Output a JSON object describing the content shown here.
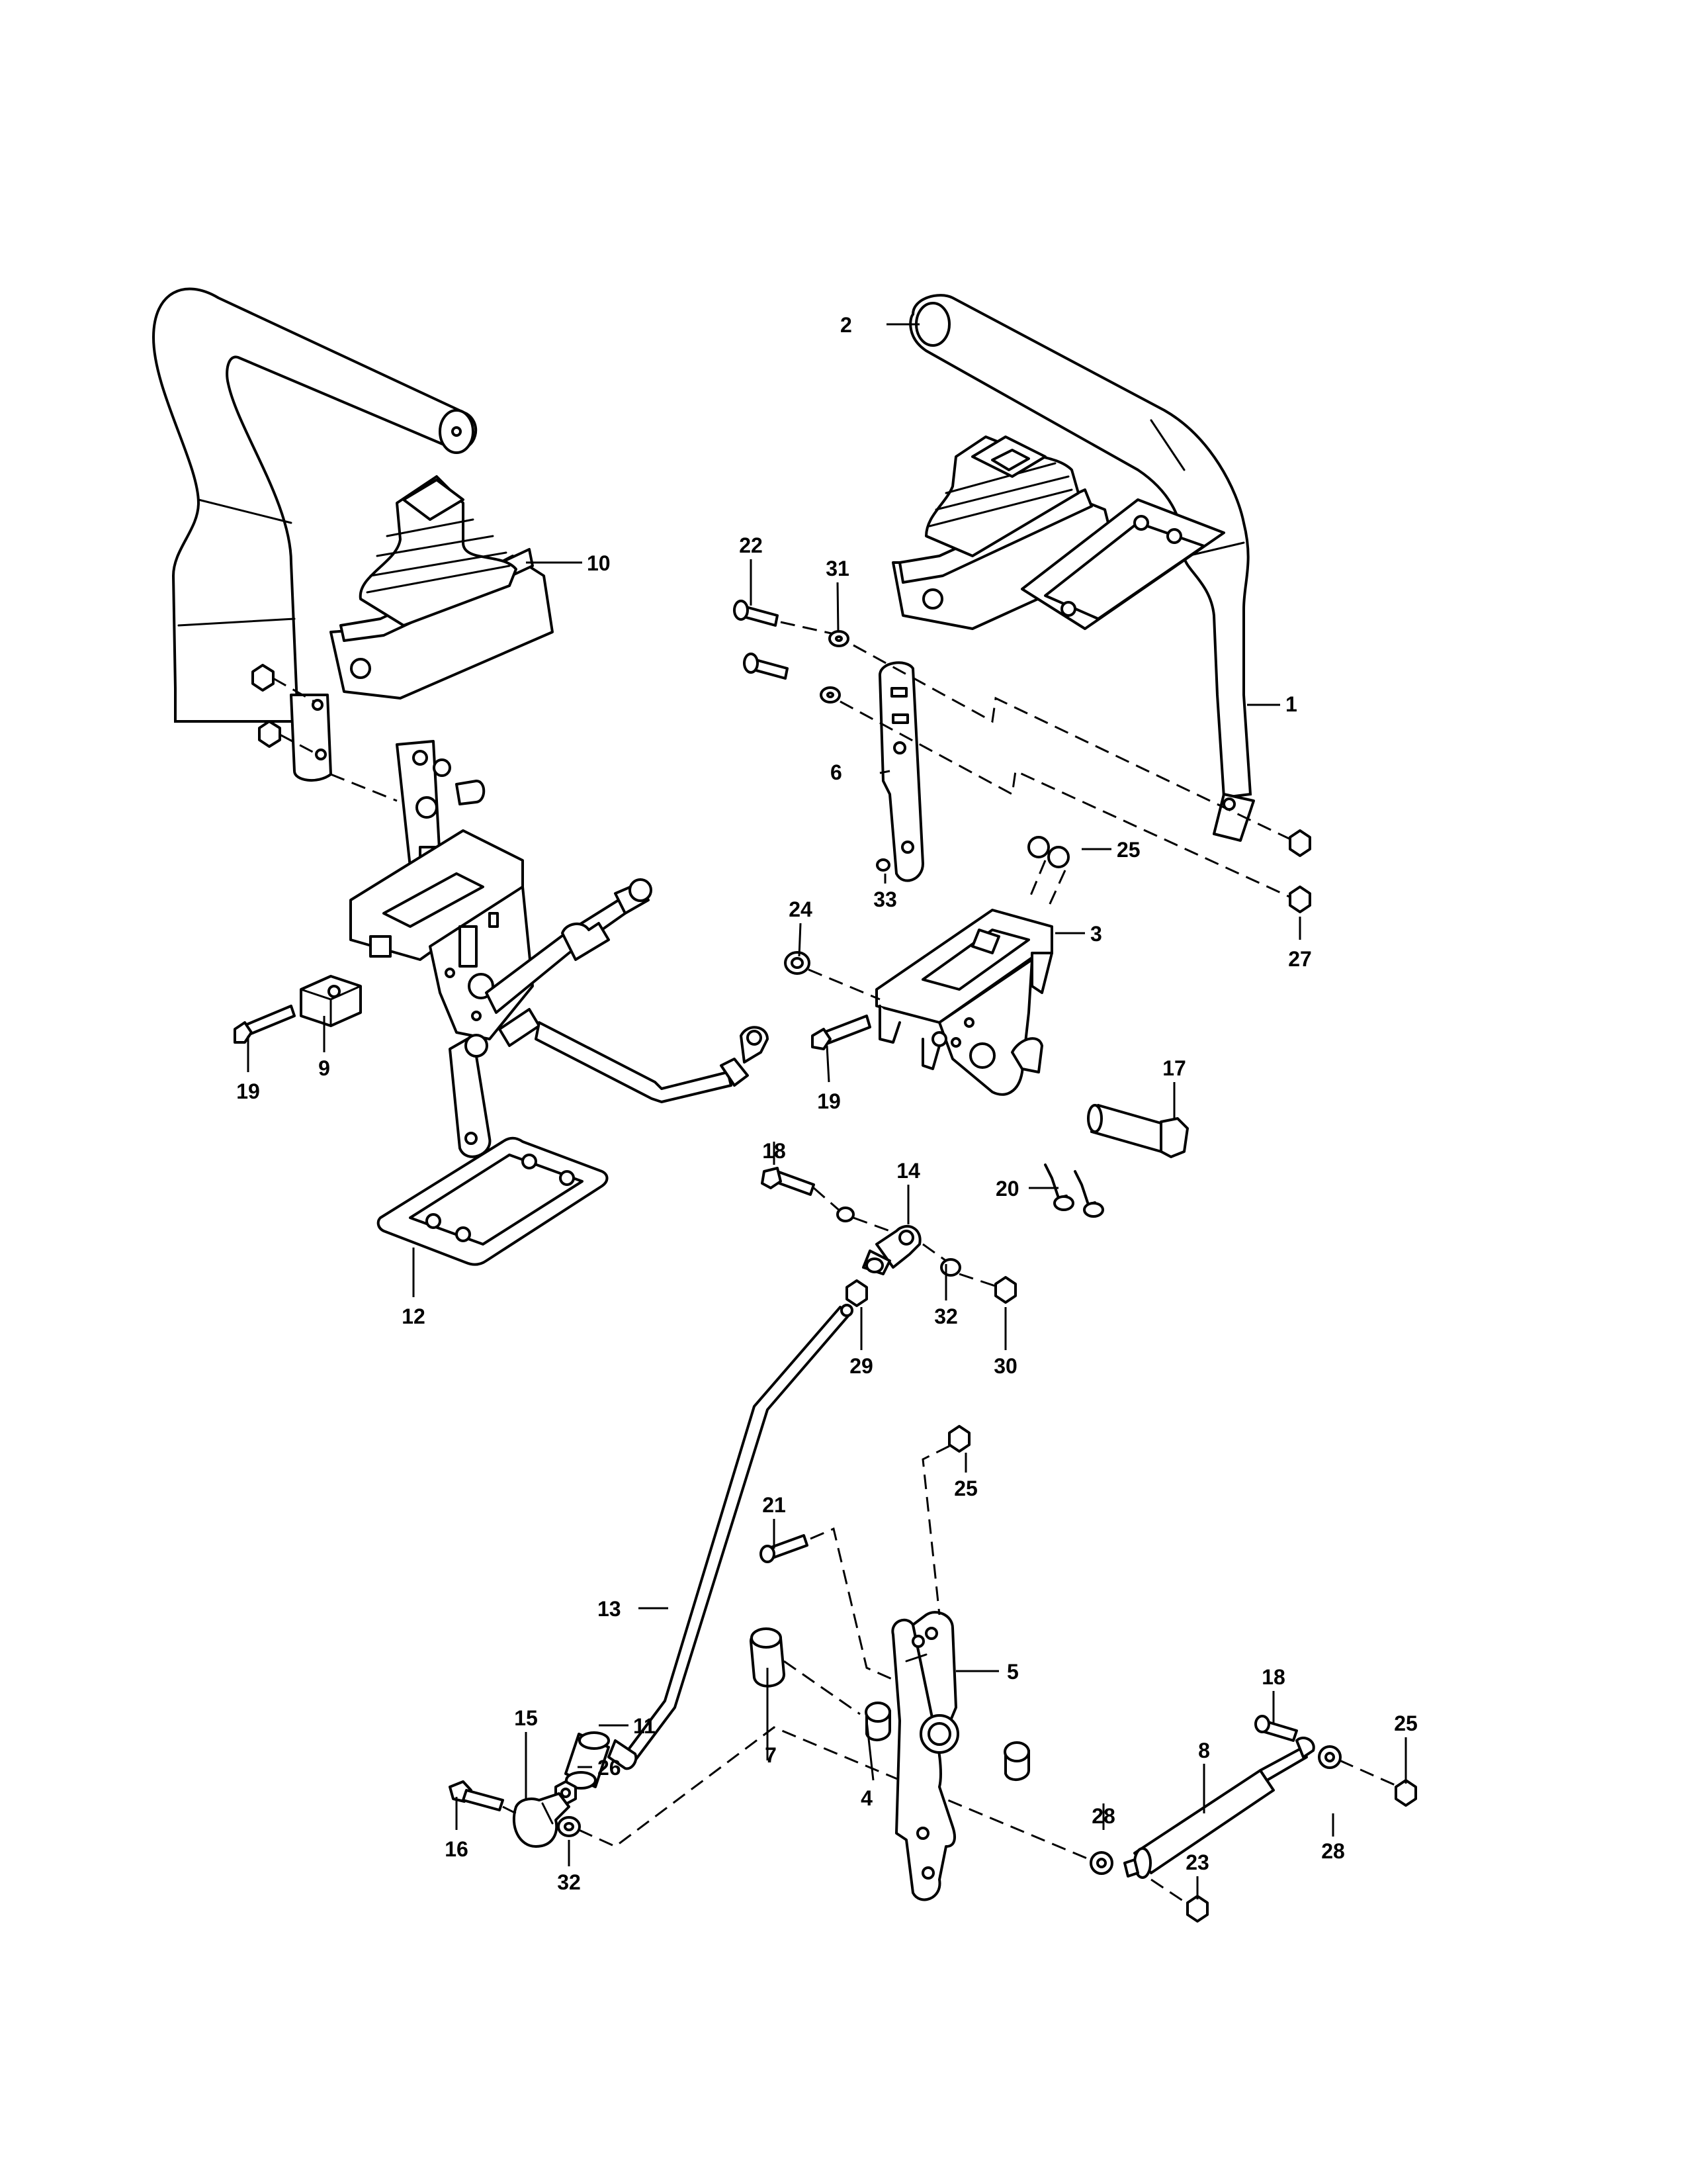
{
  "diagram": {
    "callouts": [
      {
        "id": "c1",
        "label": "1"
      },
      {
        "id": "c2",
        "label": "2"
      },
      {
        "id": "c3",
        "label": "3"
      },
      {
        "id": "c4",
        "label": "4"
      },
      {
        "id": "c5",
        "label": "5"
      },
      {
        "id": "c6",
        "label": "6"
      },
      {
        "id": "c7",
        "label": "7"
      },
      {
        "id": "c8",
        "label": "8"
      },
      {
        "id": "c9",
        "label": "9"
      },
      {
        "id": "c10",
        "label": "10"
      },
      {
        "id": "c11",
        "label": "11"
      },
      {
        "id": "c12",
        "label": "12"
      },
      {
        "id": "c13",
        "label": "13"
      },
      {
        "id": "c14",
        "label": "14"
      },
      {
        "id": "c15",
        "label": "15"
      },
      {
        "id": "c16",
        "label": "16"
      },
      {
        "id": "c17",
        "label": "17"
      },
      {
        "id": "c18a",
        "label": "18"
      },
      {
        "id": "c18b",
        "label": "18"
      },
      {
        "id": "c19a",
        "label": "19"
      },
      {
        "id": "c19b",
        "label": "19"
      },
      {
        "id": "c20",
        "label": "20"
      },
      {
        "id": "c21",
        "label": "21"
      },
      {
        "id": "c22",
        "label": "22"
      },
      {
        "id": "c23",
        "label": "23"
      },
      {
        "id": "c24",
        "label": "24"
      },
      {
        "id": "c25a",
        "label": "25"
      },
      {
        "id": "c25b",
        "label": "25"
      },
      {
        "id": "c25c",
        "label": "25"
      },
      {
        "id": "c26",
        "label": "26"
      },
      {
        "id": "c27",
        "label": "27"
      },
      {
        "id": "c28a",
        "label": "28"
      },
      {
        "id": "c28b",
        "label": "28"
      },
      {
        "id": "c29",
        "label": "29"
      },
      {
        "id": "c30",
        "label": "30"
      },
      {
        "id": "c31",
        "label": "31"
      },
      {
        "id": "c32a",
        "label": "32"
      },
      {
        "id": "c32b",
        "label": "32"
      },
      {
        "id": "c33",
        "label": "33"
      }
    ]
  }
}
